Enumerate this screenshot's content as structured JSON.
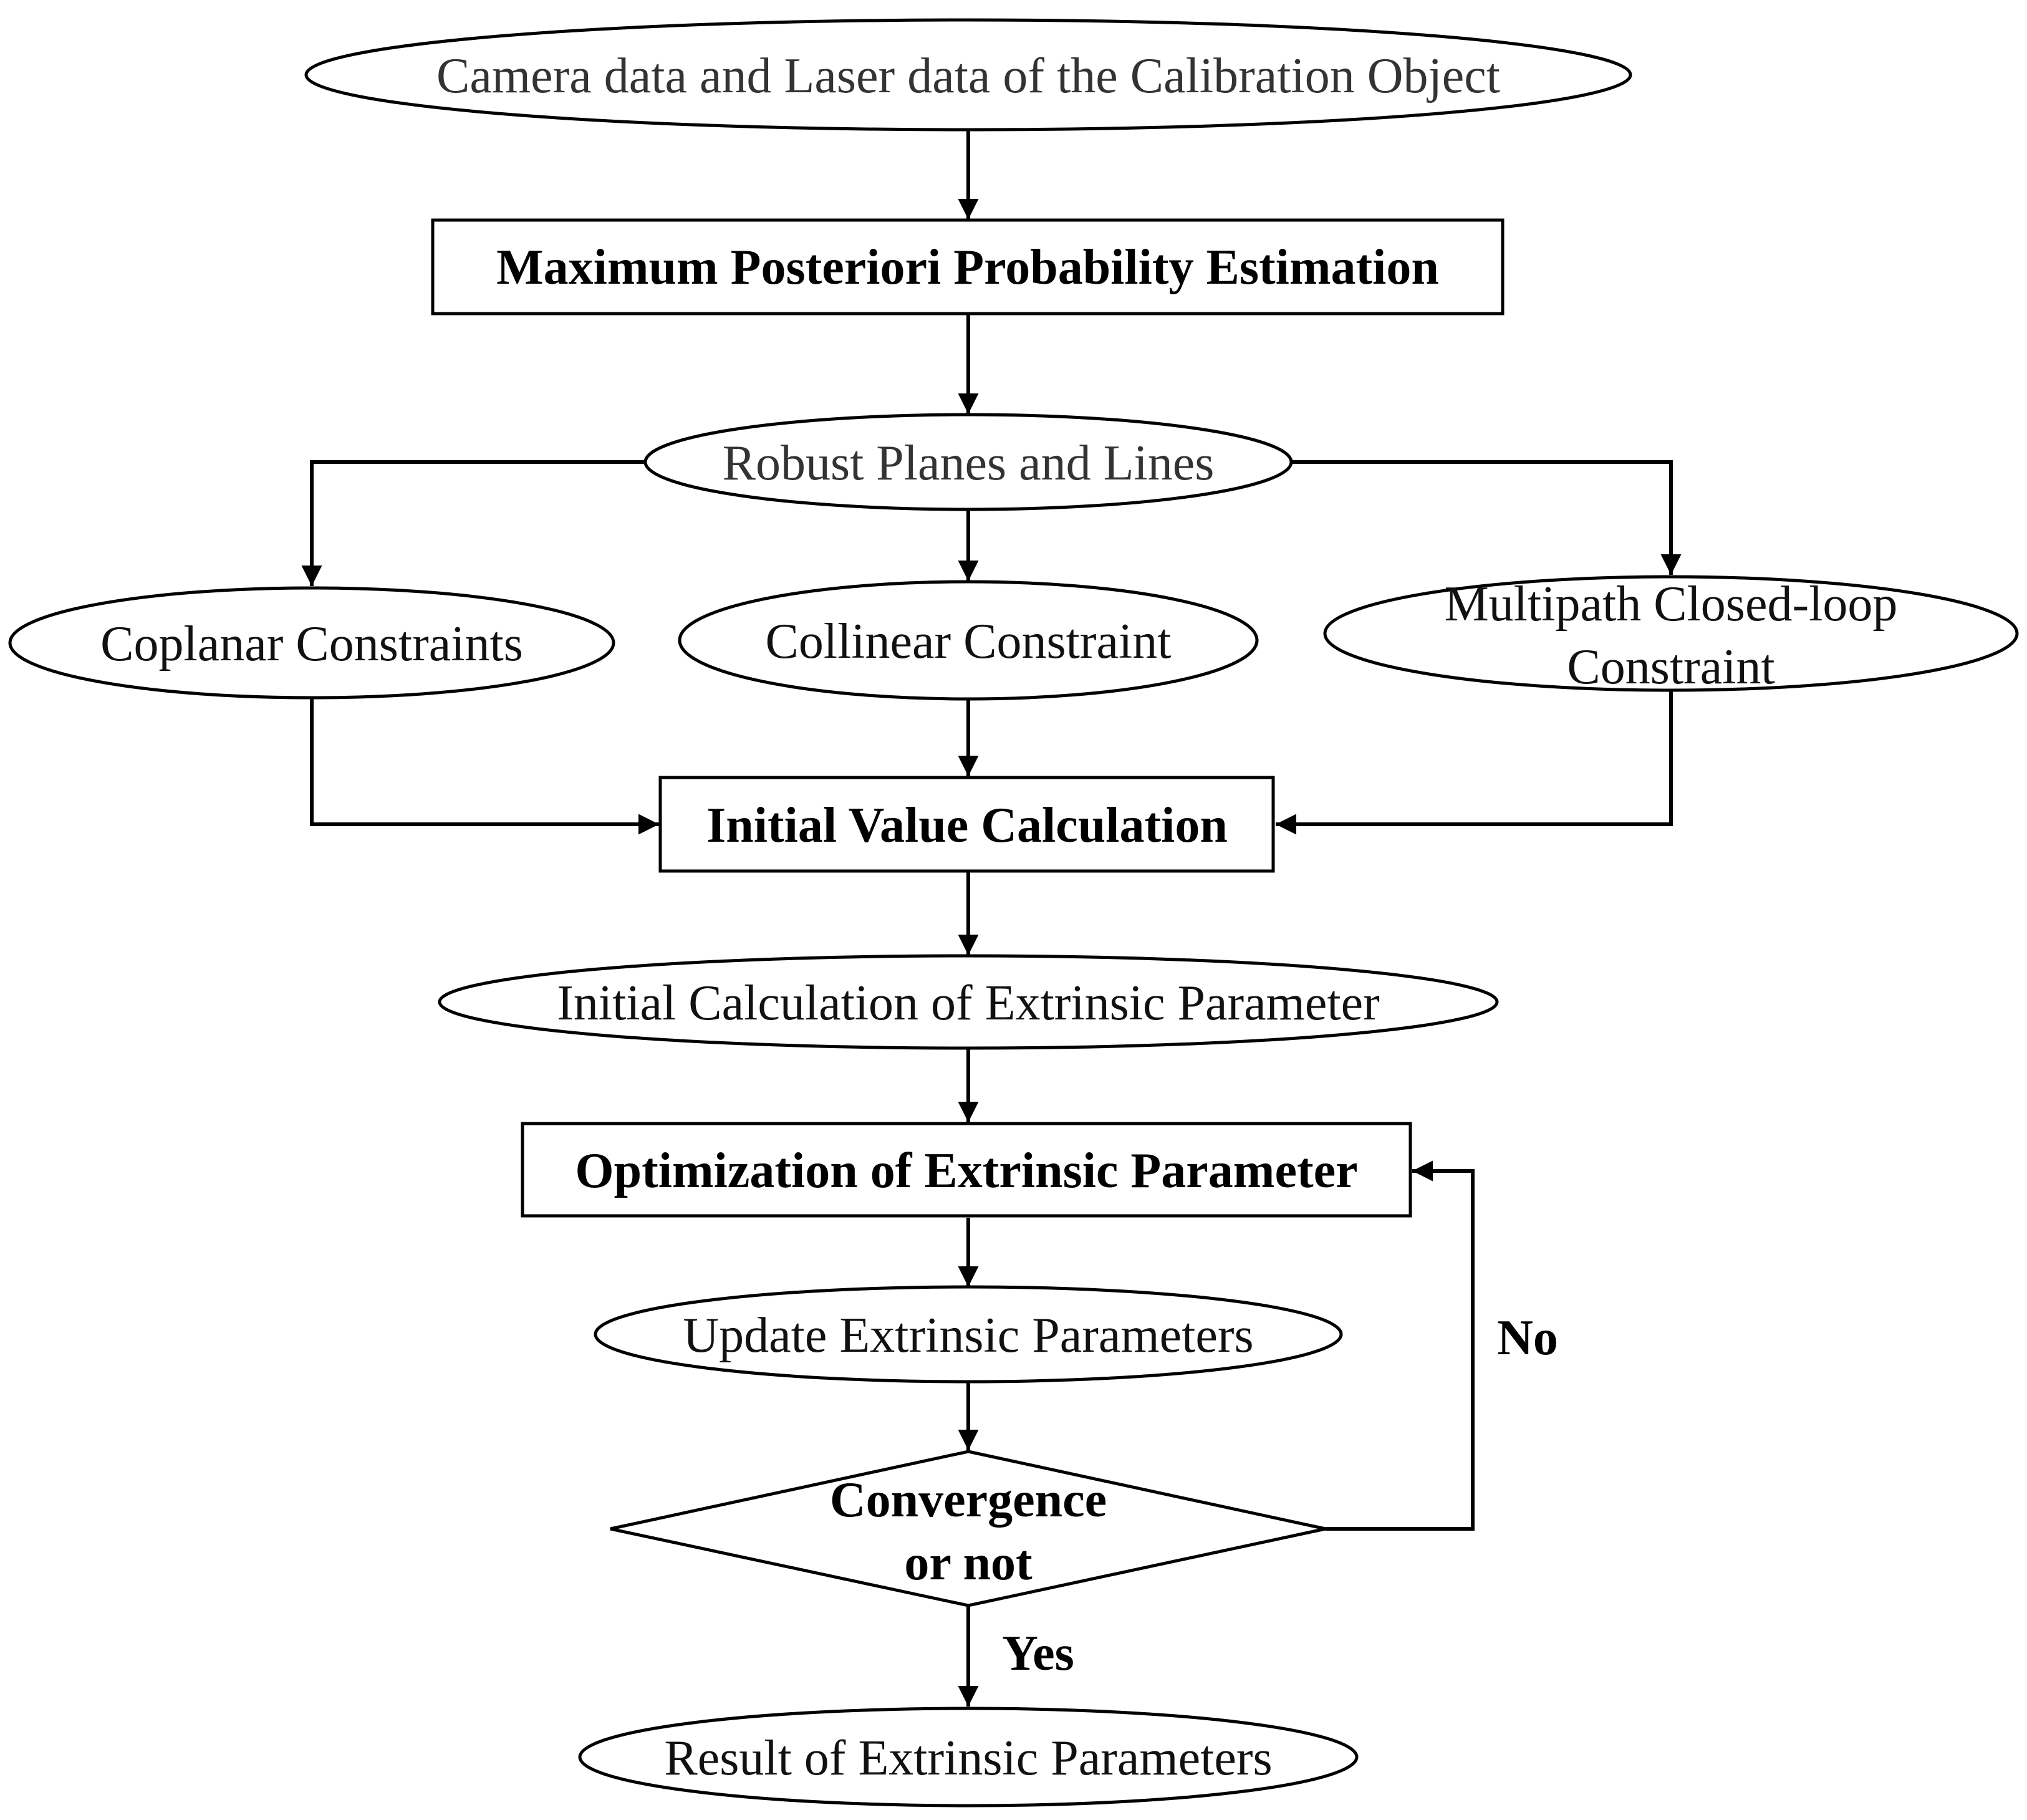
{
  "nodes": {
    "input_data": "Camera data and Laser data of the Calibration Object",
    "map_estimation": "Maximum Posteriori Probability Estimation",
    "robust_planes": "Robust Planes and Lines",
    "coplanar": "Coplanar Constraints",
    "collinear": "Collinear Constraint",
    "multipath_line1": "Multipath Closed-loop",
    "multipath_line2": "Constraint",
    "initial_value": "Initial Value Calculation",
    "initial_calc": "Initial Calculation of Extrinsic Parameter",
    "optimization": "Optimization of Extrinsic Parameter",
    "update": "Update Extrinsic Parameters",
    "convergence_line1": "Convergence",
    "convergence_line2": "or not",
    "result": "Result of Extrinsic Parameters"
  },
  "edges": {
    "no_label": "No",
    "yes_label": "Yes"
  }
}
